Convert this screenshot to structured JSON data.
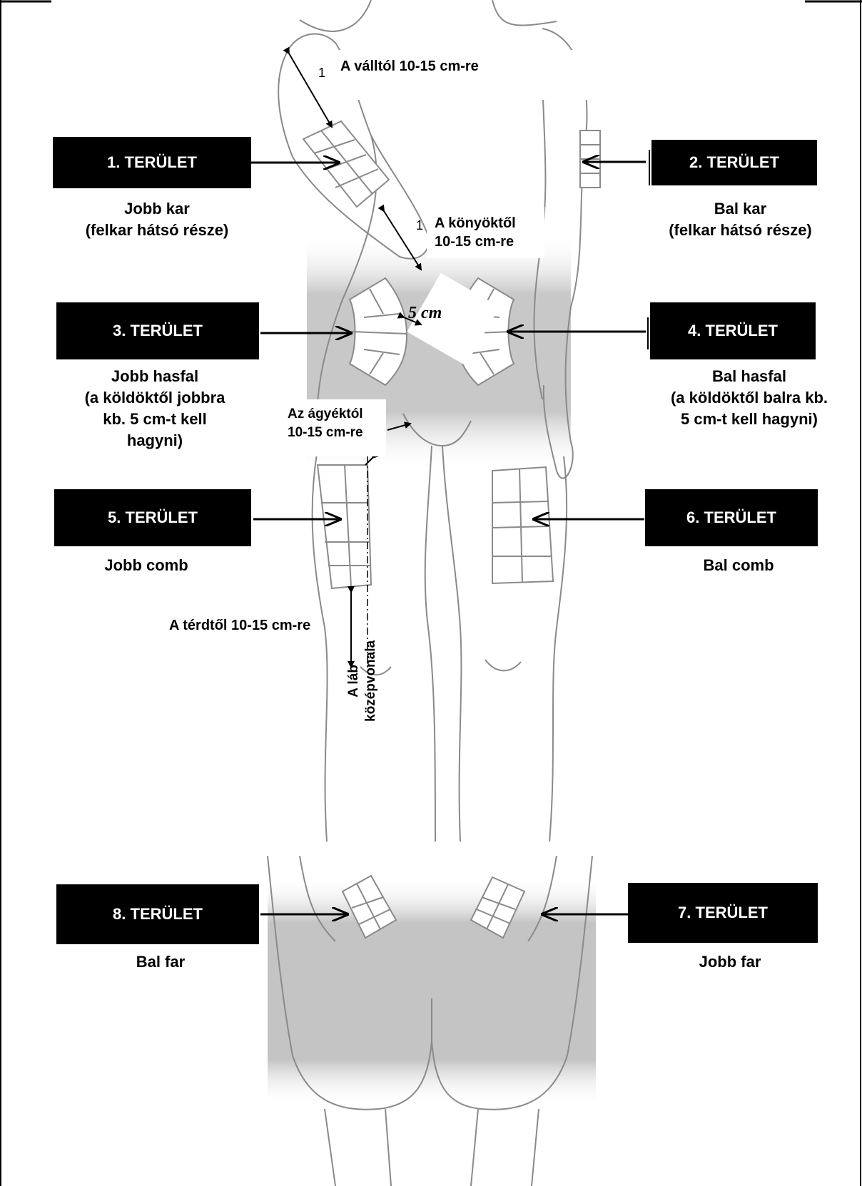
{
  "areas": [
    {
      "label": "1. TERÜLET",
      "caption": [
        "Jobb kar",
        "(felkar hátsó része)"
      ]
    },
    {
      "label": "2. TERÜLET",
      "caption": [
        "Bal kar",
        "(felkar hátsó része)"
      ]
    },
    {
      "label": "3. TERÜLET",
      "caption": [
        "Jobb hasfal",
        "(a köldöktől jobbra",
        "kb. 5 cm-t kell",
        "hagyni)"
      ]
    },
    {
      "label": "4. TERÜLET",
      "caption": [
        "Bal hasfal",
        "(a köldöktől balra kb.",
        "5 cm-t kell hagyni)"
      ]
    },
    {
      "label": "5. TERÜLET",
      "caption": [
        "Jobb comb"
      ]
    },
    {
      "label": "6. TERÜLET",
      "caption": [
        "Bal comb"
      ]
    },
    {
      "label": "7. TERÜLET",
      "caption": [
        "Jobb far"
      ]
    },
    {
      "label": "8. TERÜLET",
      "caption": [
        "Bal far"
      ]
    }
  ],
  "notes": {
    "shoulder": "A válltól 10-15 cm-re",
    "elbow": [
      "A könyöktől",
      "10-15 cm-re"
    ],
    "navel_distance": "5 cm",
    "groin": [
      "Az ágyéktól",
      "10-15 cm-re"
    ],
    "knee": "A térdtől 10-15 cm-re",
    "leg_midline": [
      "A láb",
      "középvonala"
    ],
    "marker": "1"
  },
  "colors": {
    "box": "#000000",
    "box_text": "#ffffff",
    "outline": "#8a8a8a",
    "shade": "#cfcfcf"
  }
}
